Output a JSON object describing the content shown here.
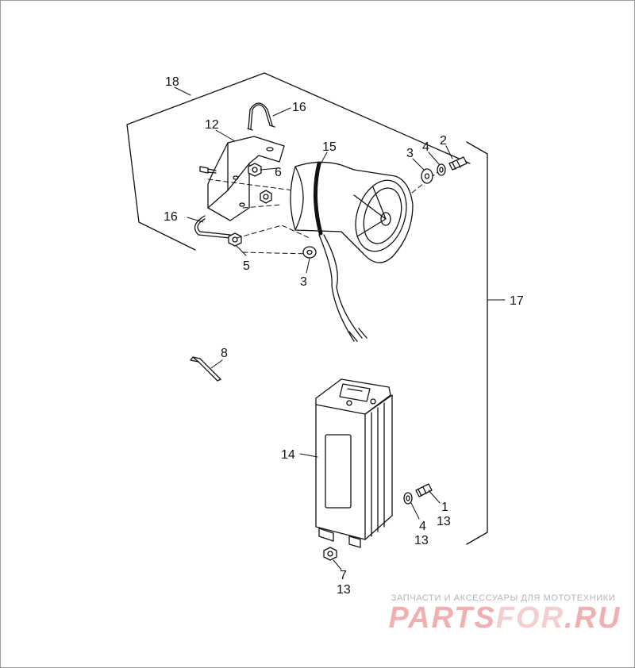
{
  "callouts": [
    {
      "id": "c18",
      "text": "18"
    },
    {
      "id": "c16a",
      "text": "16"
    },
    {
      "id": "c12",
      "text": "12"
    },
    {
      "id": "c15",
      "text": "15"
    },
    {
      "id": "c3a",
      "text": "3"
    },
    {
      "id": "c4a",
      "text": "4"
    },
    {
      "id": "c2",
      "text": "2"
    },
    {
      "id": "c6",
      "text": "6"
    },
    {
      "id": "c16b",
      "text": "16"
    },
    {
      "id": "c5",
      "text": "5"
    },
    {
      "id": "c3b",
      "text": "3"
    },
    {
      "id": "c17",
      "text": "17"
    },
    {
      "id": "c8",
      "text": "8"
    },
    {
      "id": "c14",
      "text": "14"
    },
    {
      "id": "c1",
      "text": "1"
    },
    {
      "id": "c13a",
      "text": "13"
    },
    {
      "id": "c4b",
      "text": "4"
    },
    {
      "id": "c13b",
      "text": "13"
    },
    {
      "id": "c7",
      "text": "7"
    },
    {
      "id": "c13c",
      "text": "13"
    }
  ],
  "watermark": {
    "tagline": "ЗАПЧАСТИ И АКСЕССУАРЫ ДЛЯ МОТОТЕХНИКИ",
    "brand_main": "PARTS",
    "brand_accent": "FOR",
    "brand_tail": ".RU"
  },
  "colors": {
    "line": "#111111",
    "watermark_text": "#b5b5b5",
    "watermark_brand": "#f0b0b0"
  }
}
